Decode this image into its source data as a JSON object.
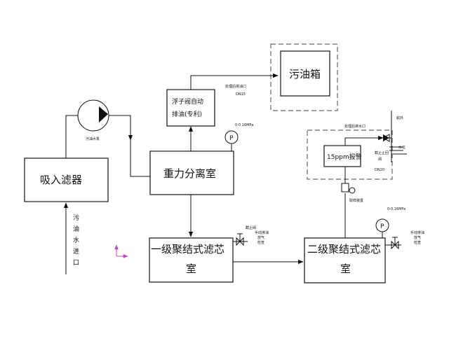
{
  "boxes": {
    "suction_filter": "吸入滤器",
    "gravity_separator": "重力分离室",
    "float_valve_line1": "浮子阀自动",
    "float_valve_line2": "排油(专利)",
    "sludge_tank": "污油箱",
    "stage1_line1": "一级聚结式滤芯",
    "stage1_line2": "室",
    "stage2_line1": "二级聚结式滤芯",
    "stage2_line2": "室",
    "alarm_15ppm": "15ppm报警"
  },
  "labels": {
    "pump": "污油水泵",
    "inlet_chars": [
      "污",
      "油",
      "水",
      "进",
      "口"
    ],
    "to_sludge_outlet": "处理后排油口",
    "dn15": "DN15",
    "to_water_outlet": "处理后排水口",
    "overboard": "舷外",
    "check_valve": "截止止回",
    "check_valve_2": "阀",
    "dn20": "DN20",
    "sampling": "取样装置",
    "gauge_range_1": "0-0.16MPa",
    "gauge_range_2": "0-0.16MPa",
    "gauge_symbol": "P",
    "stop_valve": "截止阀",
    "manual_drain_1a": "手动排油",
    "manual_drain_1b": "放气",
    "manual_drain_1c": "检查",
    "manual_drain_2a": "手动排油",
    "manual_drain_2b": "放气",
    "manual_drain_2c": "检查",
    "side_mark": "水位"
  },
  "colors": {
    "line": "#111111",
    "dashed": "#666666",
    "axis_marker": "#c040c0"
  }
}
